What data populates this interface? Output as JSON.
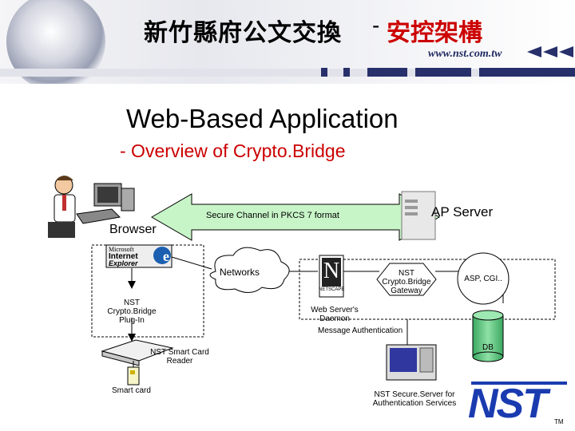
{
  "title": {
    "main": "新竹縣府公文交換",
    "dash": "-",
    "highlight": "安控架構",
    "url": "www.nst.com.tw"
  },
  "heading": "Web-Based Application",
  "subheading": "- Overview of Crypto.Bridge",
  "diagram": {
    "channel_label": "Secure Channel in PKCS 7 format",
    "browser_label": "Browser",
    "ap_server_label": "AP Server",
    "ie_logo_text": [
      "Microsoft",
      "Internet",
      "Explorer"
    ],
    "networks_label": "Networks",
    "netscape_letter": "N",
    "netscape_wordmark": "NETSCAPE",
    "gateway_label": [
      "NST",
      "Crypto.Bridge",
      "Gateway"
    ],
    "asp_label": "ASP, CGI..",
    "plugin_label": [
      "NST",
      "Crypto.Bridge",
      "Plug-In"
    ],
    "daemon_label": [
      "Web Server's",
      "Daemon"
    ],
    "message_auth_label": "Message Authentication",
    "db_label": "DB",
    "card_reader_label": [
      "NST Smart Card",
      "Reader"
    ],
    "smart_card_label": "Smart  card",
    "secure_server_label": [
      "NST Secure.Server for",
      "Authentication Services"
    ],
    "nst_logo": "NST",
    "tm": "TM"
  },
  "colors": {
    "title_red": "#cc0000",
    "arrow_green": "#c8f5c8",
    "ie_blue": "#1c5fb0",
    "db_green": "#6fcf8a",
    "nst_blue": "#1a3bb0"
  }
}
